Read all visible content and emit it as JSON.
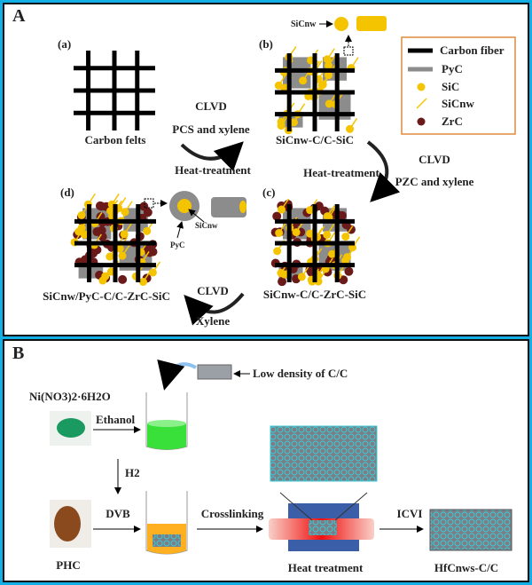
{
  "panel_a": {
    "label": "A",
    "step_a": {
      "tag": "(a)",
      "caption": "Carbon felts"
    },
    "step_b": {
      "tag": "(b)",
      "caption": "SiCnw-C/C-SiC",
      "inset_label": "SiCnw"
    },
    "step_c": {
      "tag": "(c)",
      "caption": "SiCnw-C/C-ZrC-SiC"
    },
    "step_d": {
      "tag": "(d)",
      "caption": "SiCnw/PyC-C/C-ZrC-SiC",
      "inset_label_core": "SiCnw",
      "inset_label_shell": "PyC"
    },
    "arrow_ab": {
      "top1": "CLVD",
      "top2": "PCS and xylene",
      "bottom": "Heat-treatment"
    },
    "arrow_bc": {
      "left": "Heat-treatment",
      "right1": "CLVD",
      "right2": "PZC and xylene"
    },
    "arrow_cd": {
      "top": "CLVD",
      "bottom": "Xylene"
    },
    "legend": [
      {
        "label": "Carbon fiber",
        "color": "#000000"
      },
      {
        "label": "PyC",
        "color": "#8c8c8c"
      },
      {
        "label": "SiC",
        "color": "#f5c400"
      },
      {
        "label": "SiCnw",
        "color": "#f5c400"
      },
      {
        "label": "ZrC",
        "color": "#6b1a1a"
      }
    ]
  },
  "panel_b": {
    "label": "B",
    "precursor": "Ni(NO3)2·6H2O",
    "ethanol": "Ethanol",
    "low_density": "Low density of C/C",
    "h2": "H2",
    "phc": "PHC",
    "dvb": "DVB",
    "crosslinking": "Crosslinking",
    "heat_treatment": "Heat treatment",
    "icvi": "ICVI",
    "product": "HfCnws-C/C"
  },
  "colors": {
    "frame": "#12aee6",
    "legend_border": "#e08a3c",
    "sic": "#f5c400",
    "zrc": "#6b1a1a",
    "pyc": "#8c8c8c"
  }
}
